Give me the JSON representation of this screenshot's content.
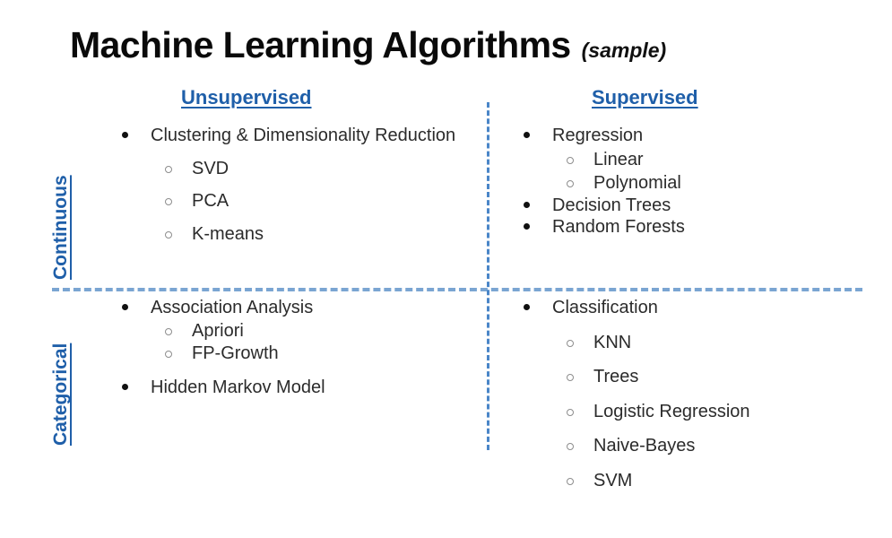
{
  "title": {
    "main": "Machine Learning Algorithms",
    "qualifier": "(sample)"
  },
  "colors": {
    "accent_blue": "#1f5fa9",
    "divider_blue": "#7aa5d2",
    "text_black": "#2b2b2b"
  },
  "columns": [
    {
      "id": "unsupervised",
      "label": "Unsupervised"
    },
    {
      "id": "supervised",
      "label": "Supervised"
    }
  ],
  "rows": [
    {
      "id": "continuous",
      "label": "Continuous"
    },
    {
      "id": "categorical",
      "label": "Categorical"
    }
  ],
  "quadrants": {
    "unsupervised_continuous": {
      "column": "Unsupervised",
      "row": "Continuous",
      "items": [
        {
          "label": "Clustering & Dimensionality Reduction",
          "children": [
            {
              "label": "SVD"
            },
            {
              "label": "PCA"
            },
            {
              "label": "K-means"
            }
          ]
        }
      ]
    },
    "supervised_continuous": {
      "column": "Supervised",
      "row": "Continuous",
      "items": [
        {
          "label": "Regression",
          "children": [
            {
              "label": "Linear"
            },
            {
              "label": "Polynomial"
            }
          ]
        },
        {
          "label": "Decision Trees",
          "children": []
        },
        {
          "label": "Random Forests",
          "children": []
        }
      ]
    },
    "unsupervised_categorical": {
      "column": "Unsupervised",
      "row": "Categorical",
      "items": [
        {
          "label": "Association Analysis",
          "children": [
            {
              "label": "Apriori"
            },
            {
              "label": "FP-Growth"
            }
          ]
        },
        {
          "label": "Hidden Markov Model",
          "children": []
        }
      ]
    },
    "supervised_categorical": {
      "column": "Supervised",
      "row": "Categorical",
      "items": [
        {
          "label": "Classification",
          "children": [
            {
              "label": "KNN"
            },
            {
              "label": "Trees"
            },
            {
              "label": "Logistic Regression"
            },
            {
              "label": "Naive-Bayes"
            },
            {
              "label": "SVM"
            }
          ]
        }
      ]
    }
  }
}
